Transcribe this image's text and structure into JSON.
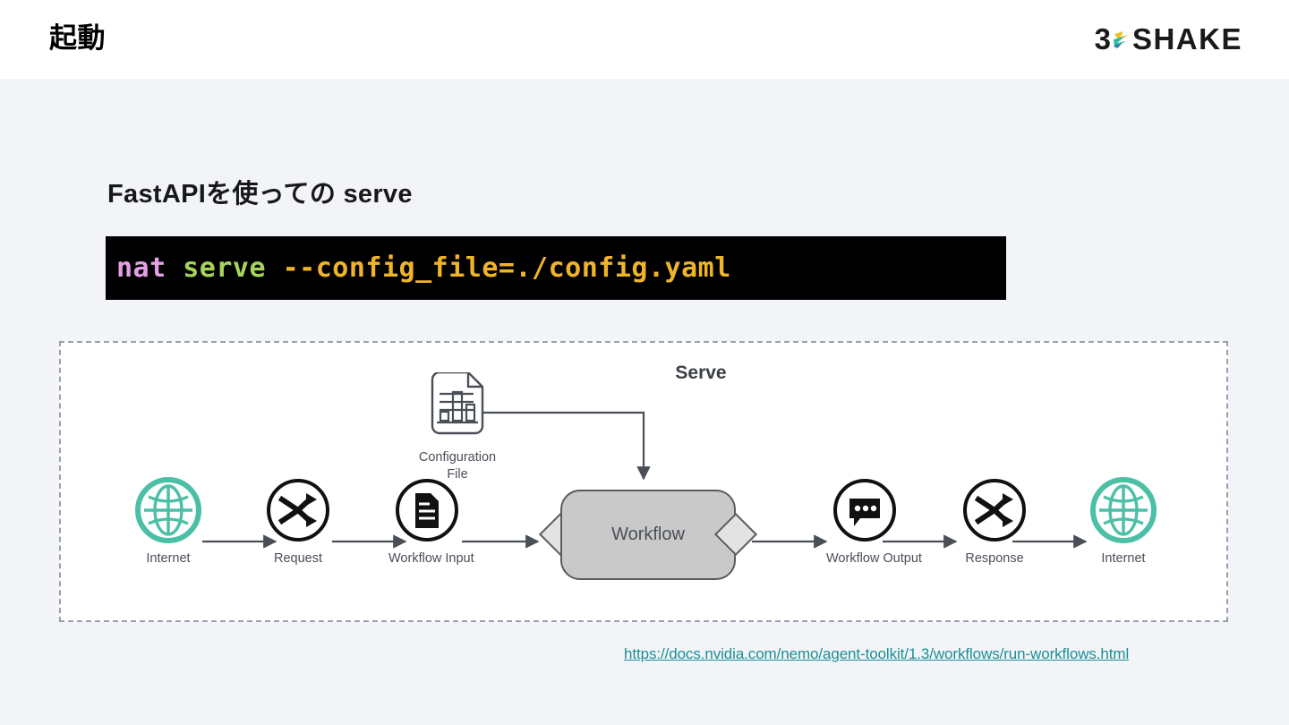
{
  "header": {
    "title": "起動",
    "logo": {
      "numeral": "3",
      "mark_icon": "3shake-logo-mark",
      "word": "SHAKE",
      "colors": {
        "teal": "#2bbba0",
        "yellow": "#e8c02c",
        "blue": "#2f6fb5"
      }
    }
  },
  "content": {
    "heading": "FastAPIを使っての serve",
    "code": {
      "command": "nat ",
      "subcommand": "serve ",
      "flags": "--config_file=./config.yaml",
      "full_text": "nat serve --config_file=./config.yaml",
      "colors": {
        "background": "#000000",
        "command": "#e2a0e6",
        "subcommand": "#a6d45c",
        "flags": "#f0b429"
      }
    }
  },
  "diagram": {
    "title": "Serve",
    "config_node": {
      "icon": "configuration-file-icon",
      "label_line1": "Configuration",
      "label_line2": "File"
    },
    "workflow_box": {
      "label": "Workflow",
      "fill": "#c9c9c9",
      "stroke": "#5c5c5c"
    },
    "nodes": [
      {
        "id": "internet-in",
        "icon": "globe-icon",
        "label": "Internet",
        "color": "#4cbfa6"
      },
      {
        "id": "request",
        "icon": "shuffle-arrows-icon",
        "label": "Request",
        "color": "#111111"
      },
      {
        "id": "workflow-input",
        "icon": "document-icon",
        "label": "Workflow Input",
        "color": "#111111"
      },
      {
        "id": "workflow-output",
        "icon": "chat-bubble-icon",
        "label": "Workflow Output",
        "color": "#111111"
      },
      {
        "id": "response",
        "icon": "shuffle-arrows-icon",
        "label": "Response",
        "color": "#111111"
      },
      {
        "id": "internet-out",
        "icon": "globe-icon",
        "label": "Internet",
        "color": "#4cbfa6"
      }
    ]
  },
  "footer": {
    "source_url": "https://docs.nvidia.com/nemo/agent-toolkit/1.3/workflows/run-workflows.html",
    "link_color": "#1a8f96"
  }
}
